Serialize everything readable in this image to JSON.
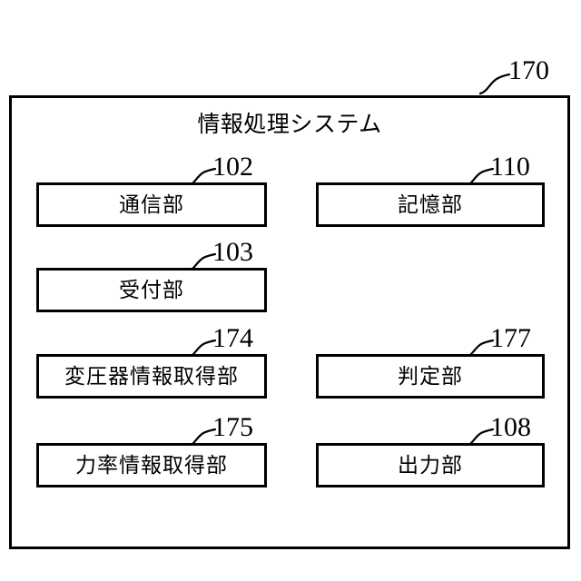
{
  "figure": {
    "system": {
      "title": "情報処理システム",
      "ref": "170"
    },
    "units": [
      {
        "id": "communication-unit",
        "label": "通信部",
        "ref": "102",
        "column": "left",
        "row": 1
      },
      {
        "id": "reception-unit",
        "label": "受付部",
        "ref": "103",
        "column": "left",
        "row": 2
      },
      {
        "id": "transformer-information-acquisition-unit",
        "label": "変圧器情報取得部",
        "ref": "174",
        "column": "left",
        "row": 3
      },
      {
        "id": "power-factor-information-acquisition-unit",
        "label": "力率情報取得部",
        "ref": "175",
        "column": "left",
        "row": 4
      },
      {
        "id": "storage-unit",
        "label": "記憶部",
        "ref": "110",
        "column": "right",
        "row": 1
      },
      {
        "id": "determination-unit",
        "label": "判定部",
        "ref": "177",
        "column": "right",
        "row": 3
      },
      {
        "id": "output-unit",
        "label": "出力部",
        "ref": "108",
        "column": "right",
        "row": 4
      }
    ],
    "colors": {
      "stroke": "#000000",
      "background": "#ffffff"
    }
  }
}
